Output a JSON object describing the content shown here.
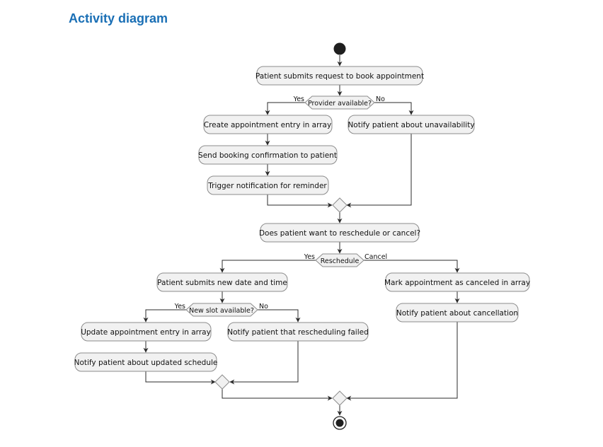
{
  "title": "Activity diagram",
  "nodes": {
    "submit_request": "Patient submits request to book appointment",
    "provider_available": "Provider available?",
    "create_entry": "Create appointment entry in array",
    "notify_unavailability": "Notify patient about unavailability",
    "send_confirmation": "Send booking confirmation to patient",
    "trigger_reminder": "Trigger notification for reminder",
    "reschedule_or_cancel": "Does patient want to reschedule or cancel?",
    "reschedule": "Reschedule",
    "submit_new_date": "Patient submits new date and time",
    "mark_canceled": "Mark appointment as canceled in array",
    "notify_cancellation": "Notify patient about cancellation",
    "new_slot_available": "New slot available?",
    "update_entry": "Update appointment entry in array",
    "notify_reschedule_failed": "Notify patient that rescheduling failed",
    "notify_updated": "Notify patient about updated schedule"
  },
  "guards": {
    "provider_yes": "Yes",
    "provider_no": "No",
    "reschedule_yes": "Yes",
    "reschedule_cancel": "Cancel",
    "slot_yes": "Yes",
    "slot_no": "No"
  }
}
